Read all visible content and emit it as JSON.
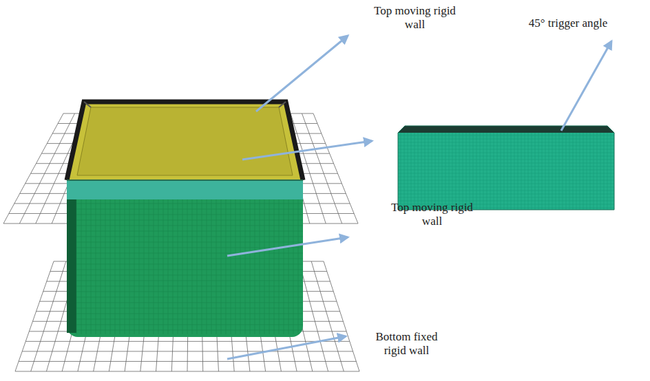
{
  "diagram": {
    "labels": [
      "Top moving rigid wall",
      "45° trigger angle",
      "Top moving rigid wall",
      "Bottom fixed rigid wall"
    ]
  }
}
